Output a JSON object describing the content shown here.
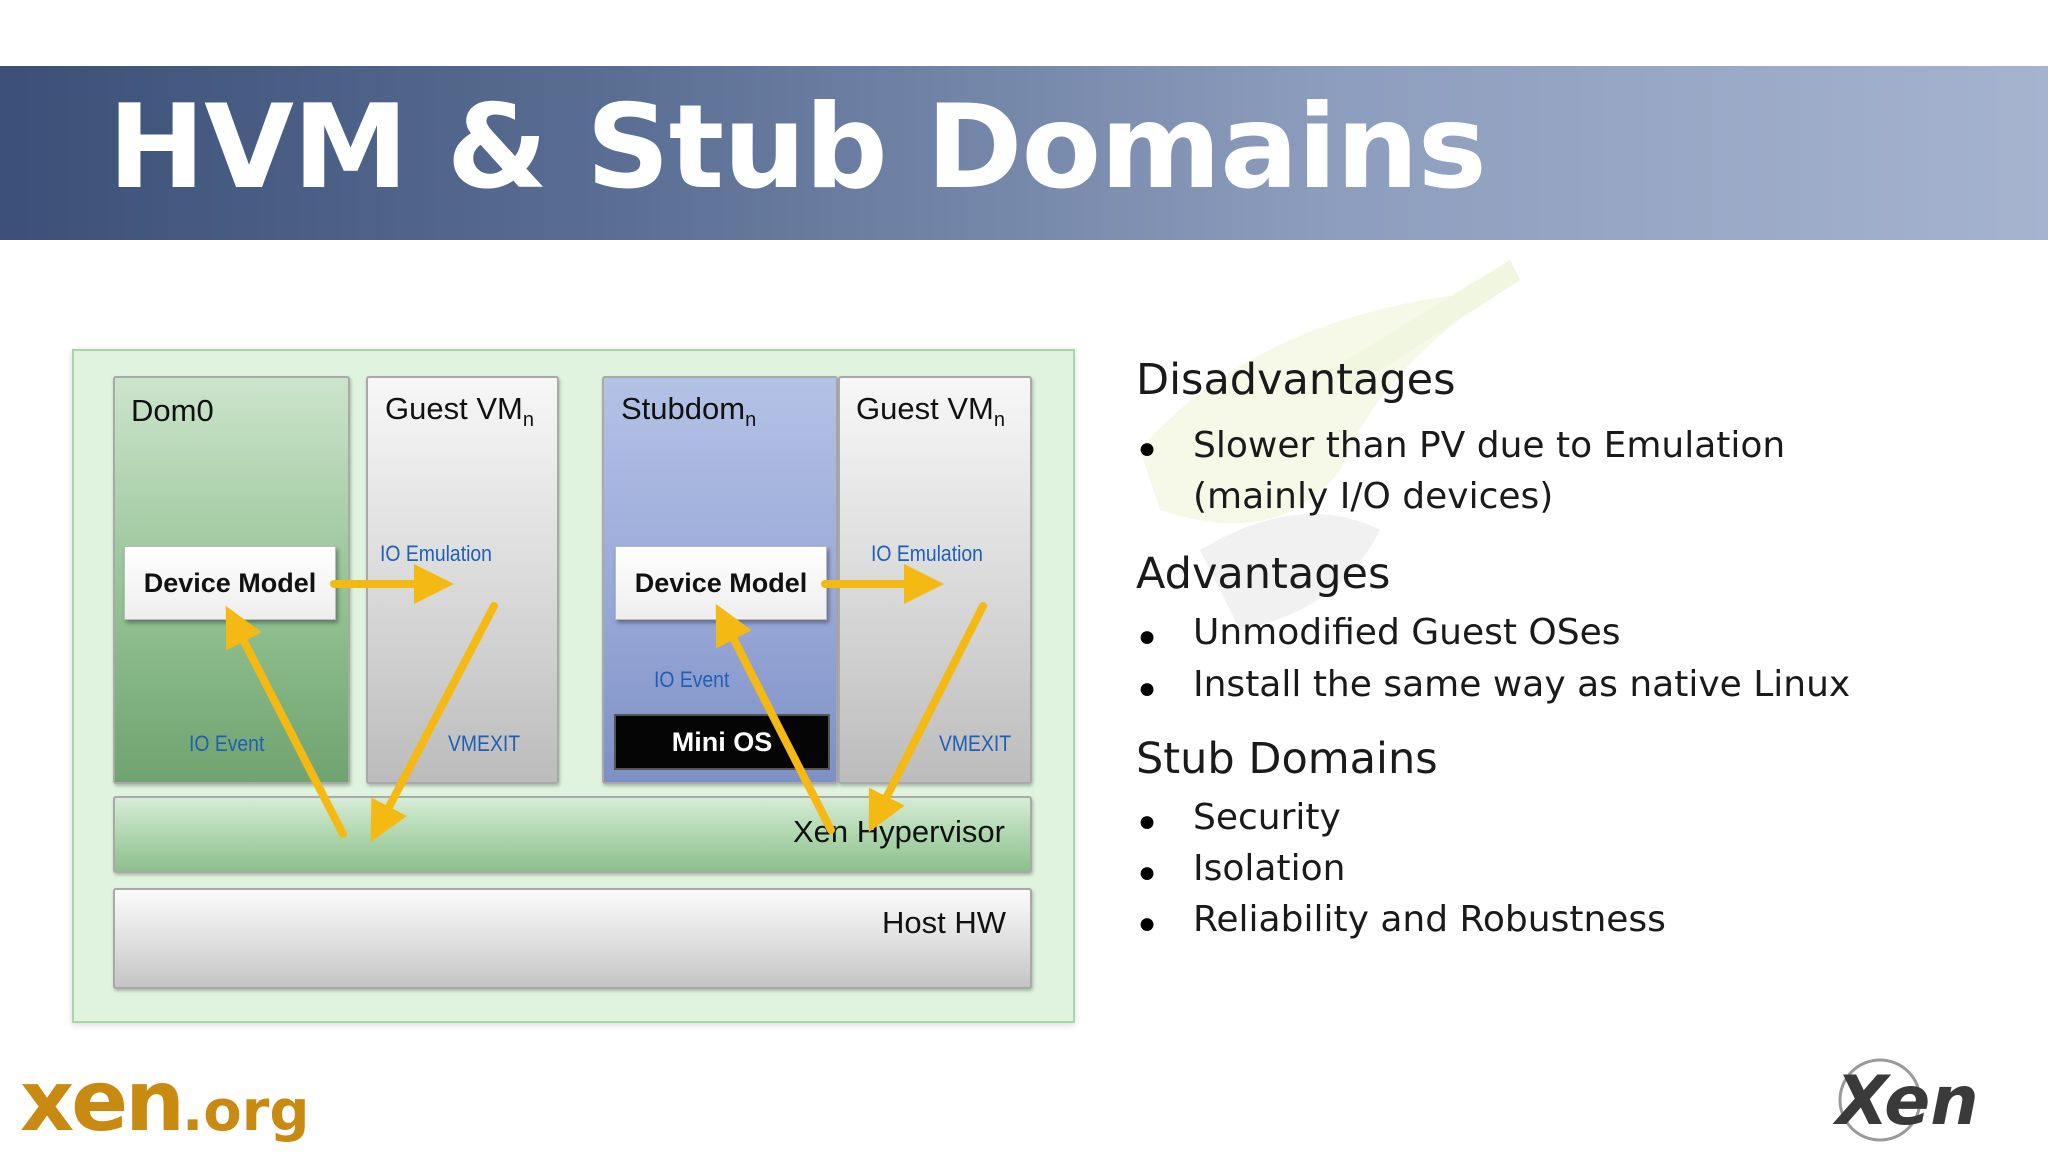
{
  "title": "HVM & Stub Domains",
  "diagram": {
    "dom0_label": "Dom0",
    "guest1_label": "Guest VM",
    "guest1_sub": "n",
    "stubdom_label": "Stubdom",
    "stubdom_sub": "n",
    "guest2_label": "Guest VM",
    "guest2_sub": "n",
    "device_model_1": "Device Model",
    "device_model_2": "Device Model",
    "io_emulation_1": "IO Emulation",
    "io_emulation_2": "IO Emulation",
    "io_event_1": "IO Event",
    "io_event_2": "IO Event",
    "vmexit_1": "VMEXIT",
    "vmexit_2": "VMEXIT",
    "mini_os": "Mini OS",
    "hypervisor": "Xen Hypervisor",
    "host_hw": "Host HW",
    "arrow_color": "#f5b914"
  },
  "sections": [
    {
      "heading": "Disadvantages",
      "bullets": [
        "Slower than PV due to Emulation",
        "(mainly I/O devices)"
      ]
    },
    {
      "heading": "Advantages",
      "bullets": [
        "Unmodified Guest OSes",
        "Install the same way as native Linux"
      ]
    },
    {
      "heading": "Stub Domains",
      "bullets": [
        "Security",
        "Isolation",
        "Reliability and Robustness"
      ]
    }
  ],
  "footer": {
    "xen_org_main": "xen",
    "xen_org_suffix": ".org",
    "xen_logo": "Xen"
  }
}
